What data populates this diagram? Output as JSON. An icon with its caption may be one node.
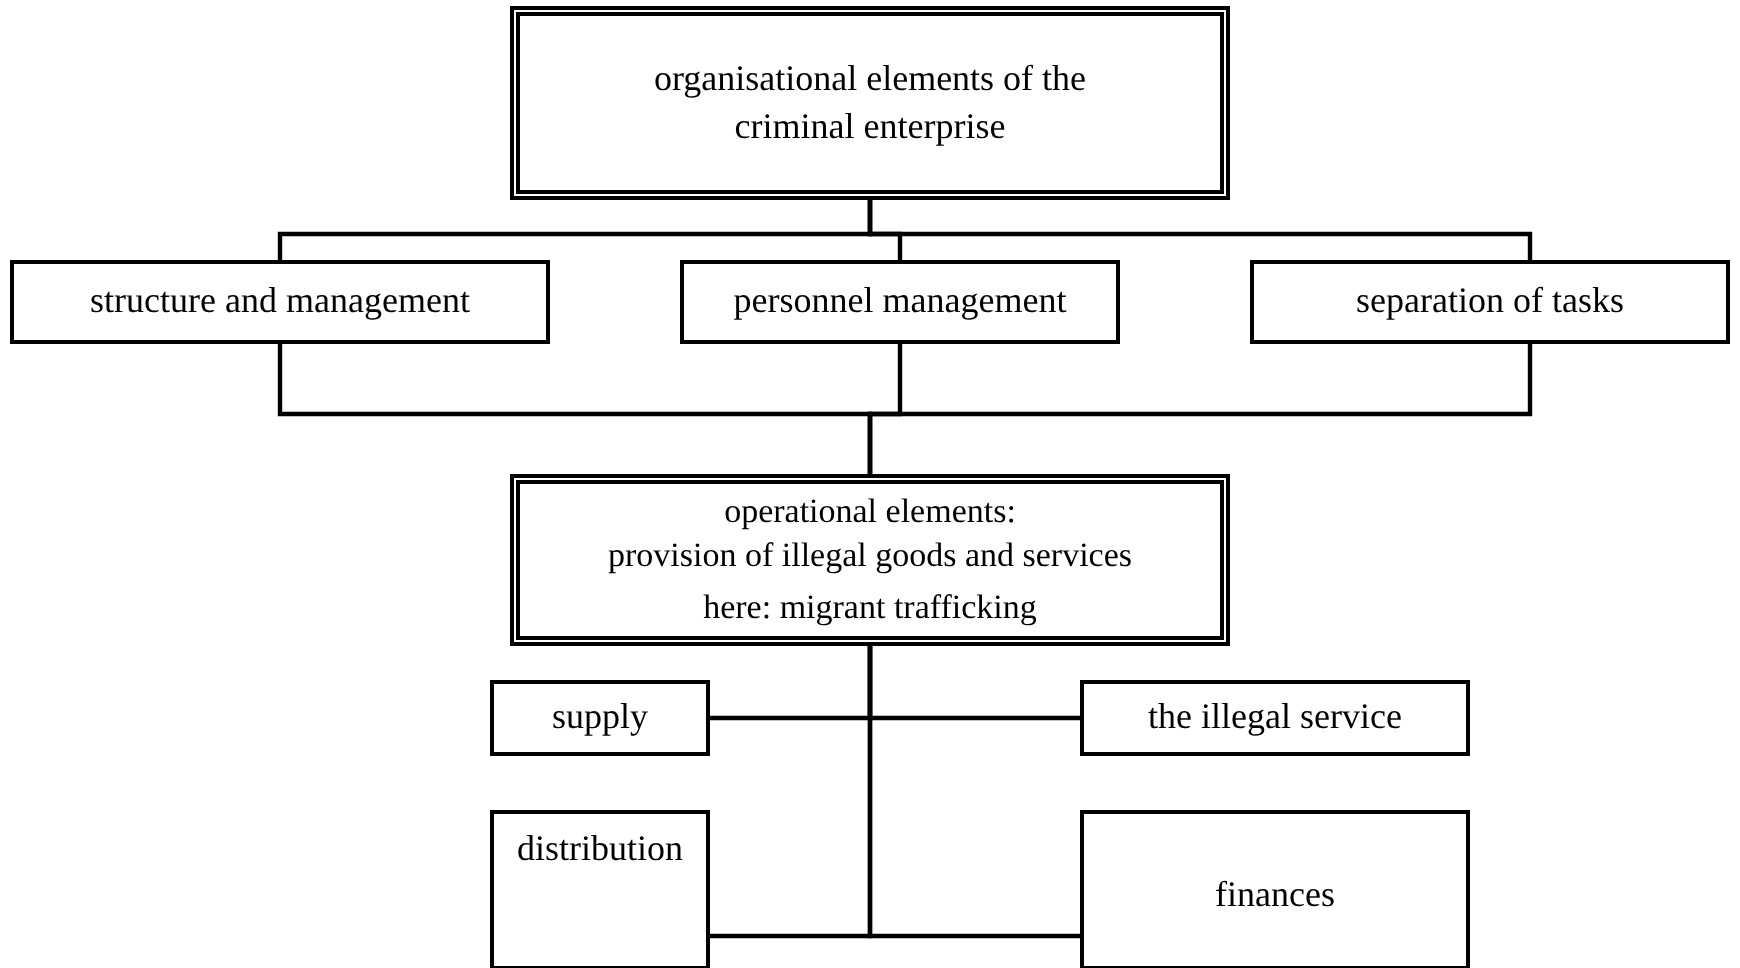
{
  "diagram": {
    "nodes": [
      {
        "text": [
          "organisational elements of the criminal enterprise"
        ]
      },
      {
        "text": [
          "structure and management"
        ]
      },
      {
        "text": [
          "personnel management"
        ]
      },
      {
        "text": [
          "separation of tasks"
        ]
      },
      {
        "text": [
          "operational elements:",
          "provision of illegal goods and services",
          "here: migrant trafficking"
        ]
      },
      {
        "text": [
          "supply"
        ]
      },
      {
        "text": [
          "the illegal service"
        ]
      },
      {
        "text": [
          "distribution"
        ]
      },
      {
        "text": [
          "finances"
        ]
      }
    ],
    "edges": [
      {
        "from": 0,
        "to": 1,
        "arrow": "none"
      },
      {
        "from": 0,
        "to": 2,
        "arrow": "none"
      },
      {
        "from": 0,
        "to": 3,
        "arrow": "none"
      },
      {
        "from": 1,
        "to": 4,
        "arrow": "none"
      },
      {
        "from": 2,
        "to": 4,
        "arrow": "none"
      },
      {
        "from": 3,
        "to": 4,
        "arrow": "none"
      },
      {
        "from": 4,
        "to": 5,
        "arrow": "none"
      },
      {
        "from": 4,
        "to": 6,
        "arrow": "none"
      },
      {
        "from": 4,
        "to": 7,
        "arrow": "none"
      },
      {
        "from": 4,
        "to": 8,
        "arrow": "none"
      }
    ]
  }
}
